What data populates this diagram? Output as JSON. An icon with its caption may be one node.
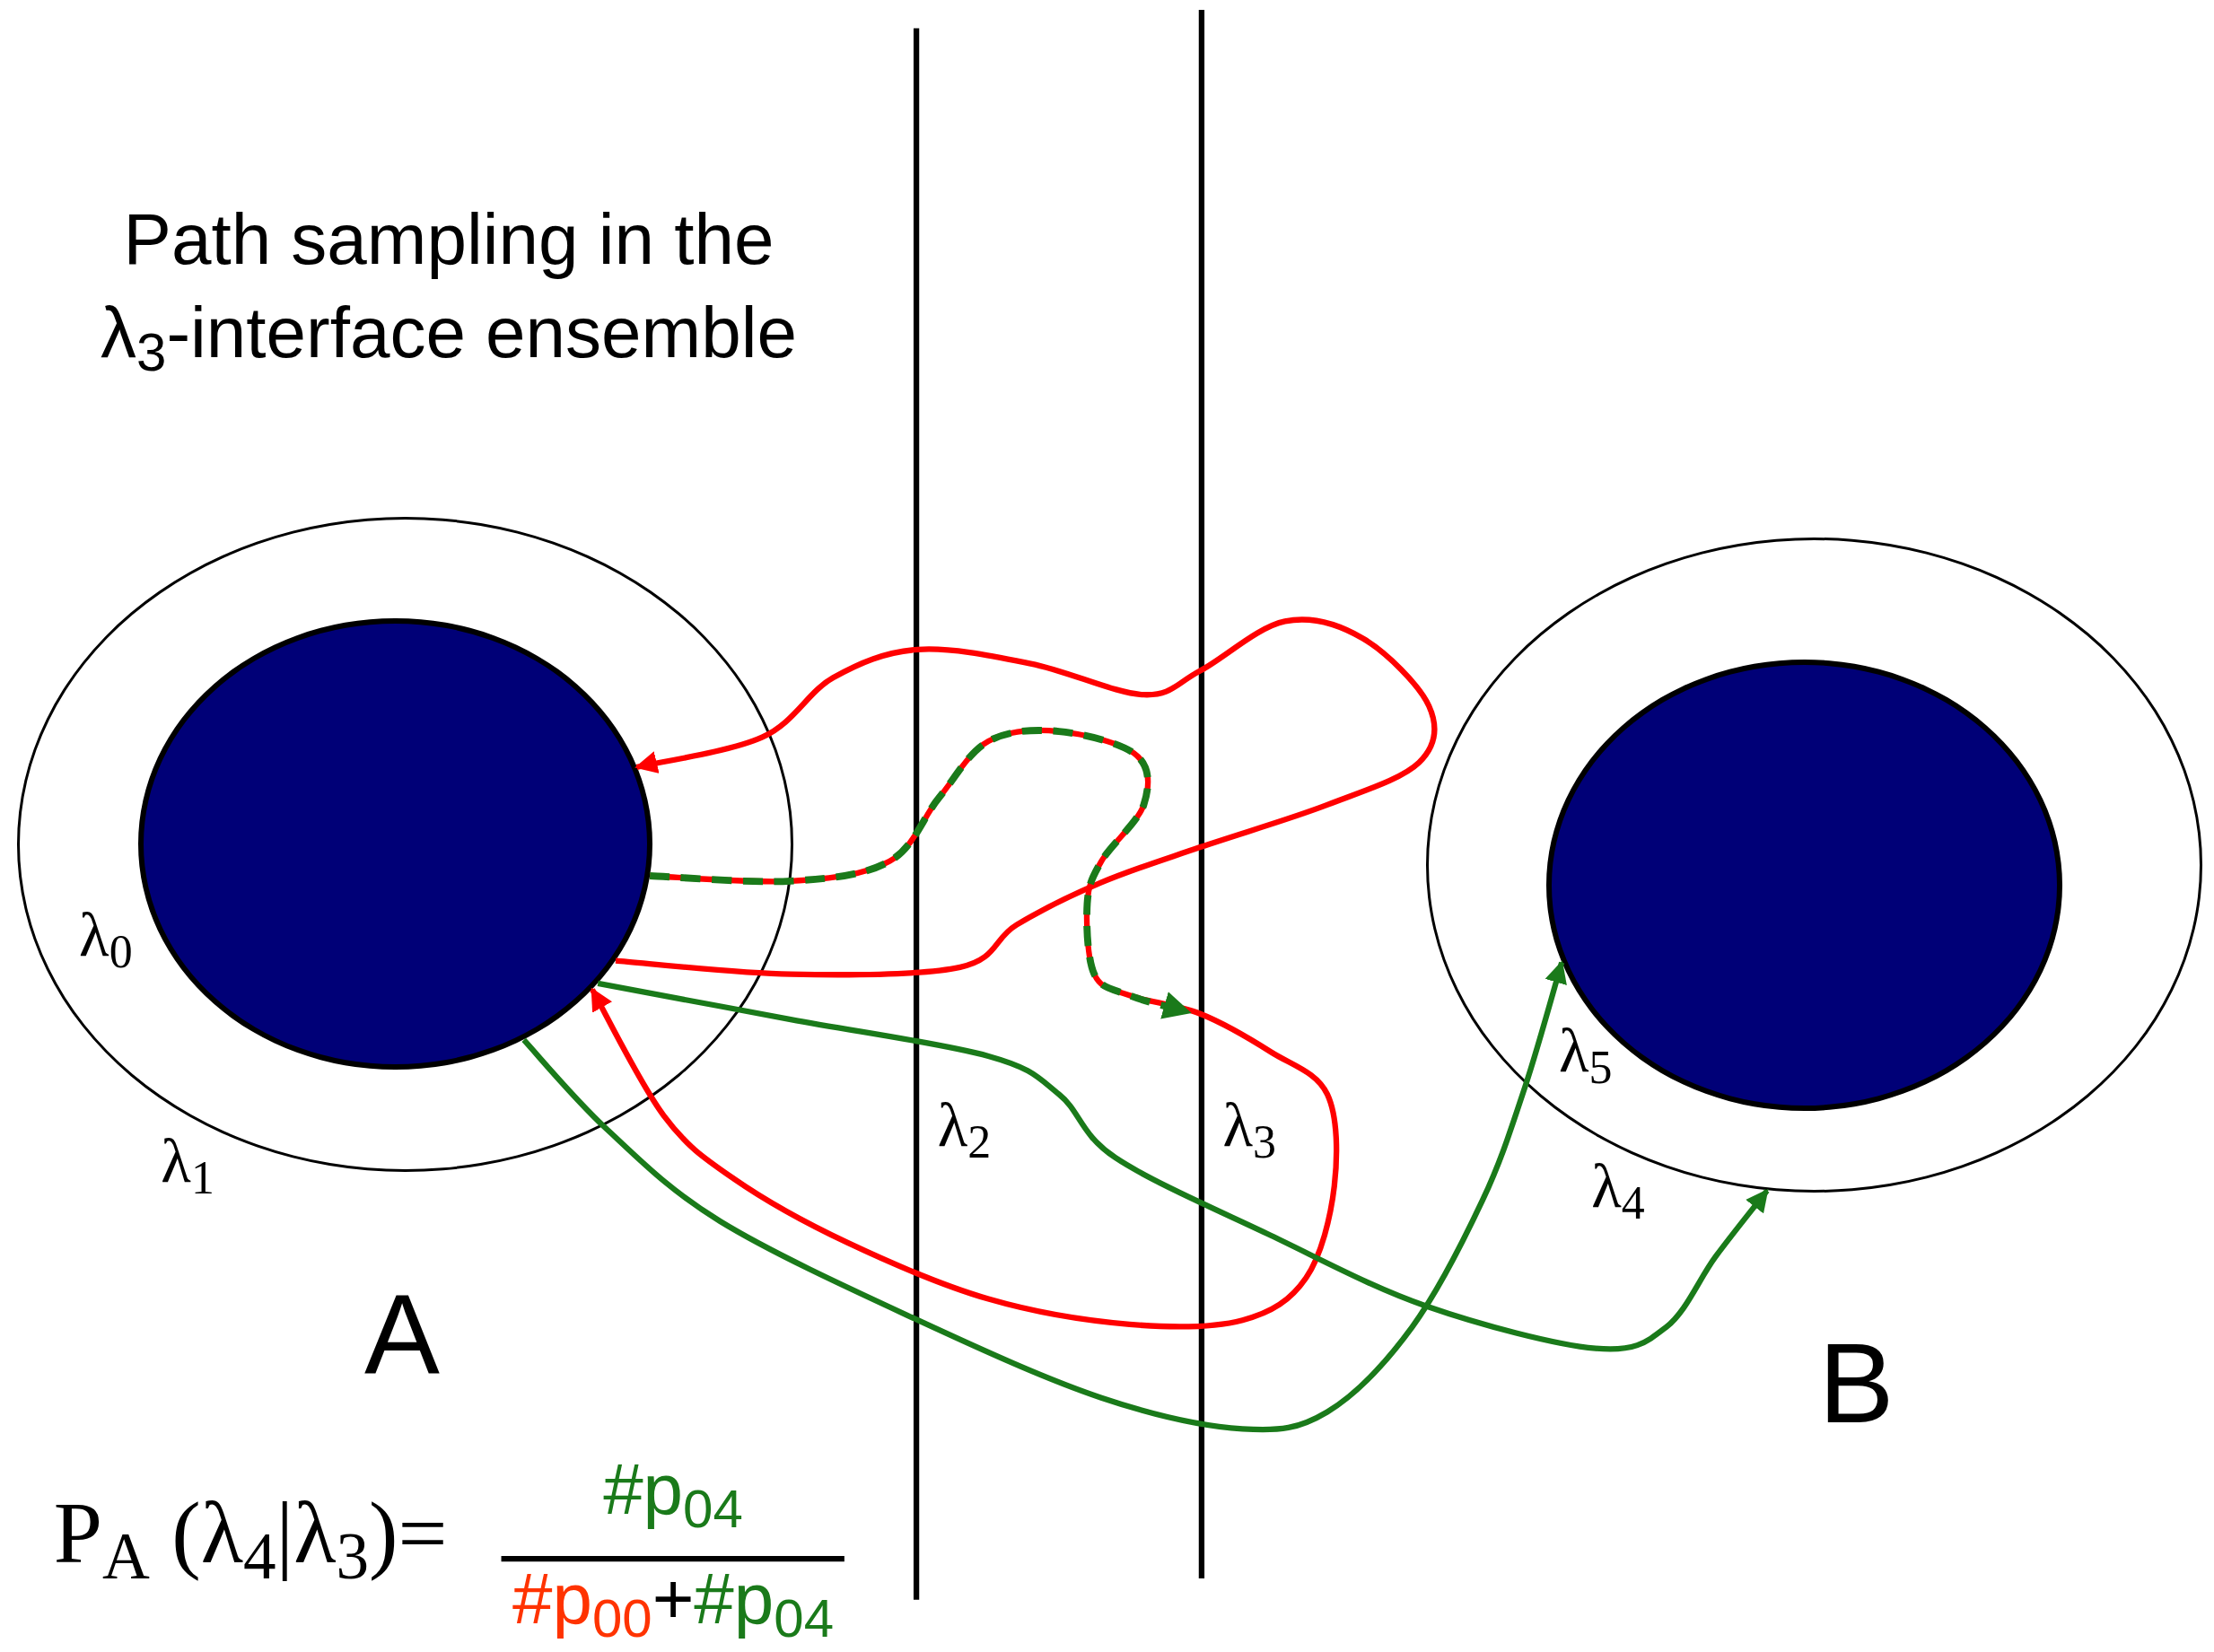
{
  "diagram": {
    "title": "Path sampling in the λ$_{3}$-interface ensemble",
    "nodes": [
      {
        "text": [],
        "shape": "ellipse"
      },
      {
        "text": [],
        "shape": "ellipse",
        "in": 0
      },
      {
        "text": [],
        "shape": "ellipse"
      },
      {
        "text": [],
        "shape": "ellipse",
        "in": 2
      }
    ],
    "edges": [
      {
        "from": 1,
        "to": 1,
        "arrow": "to",
        "color": "#ff0000"
      },
      {
        "from": 1,
        "to": 1,
        "arrow": "to",
        "color": "#ff0000"
      },
      {
        "from": 1,
        "to": null,
        "arrow": "to",
        "style": "dashed",
        "color": "#1a7a1a"
      },
      {
        "from": 1,
        "to": 2,
        "arrow": "to",
        "color": "#1a7a1a"
      },
      {
        "from": 1,
        "to": 3,
        "arrow": "to",
        "color": "#1a7a1a"
      }
    ],
    "labels": [
      "λ$_{0}$",
      "λ$_{2}$",
      "λ$_{3}$",
      "λ$_{5}$",
      "λ$_{1}$",
      "λ$_{4}$",
      "A",
      "B",
      "P$_{A}$ (λ$_{4}$|λ$_{3}$)=",
      "#p$_{04}$",
      "#p$_{00}$",
      "+",
      "#p$_{04}$"
    ]
  }
}
